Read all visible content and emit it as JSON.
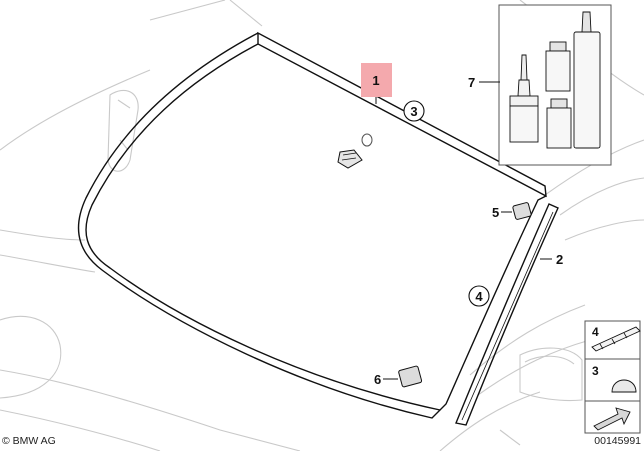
{
  "callouts": {
    "c1": "1",
    "c2": "2",
    "c3": "3",
    "c4": "4",
    "c5": "5",
    "c6": "6",
    "c7": "7"
  },
  "legend": {
    "item4": "4",
    "item3": "3"
  },
  "footer": {
    "copyright": "© BMW AG",
    "diagram_id": "00145991"
  },
  "colors": {
    "highlight": "#f4a9ad",
    "line": "#111111",
    "ghost": "#c9c9c9"
  }
}
